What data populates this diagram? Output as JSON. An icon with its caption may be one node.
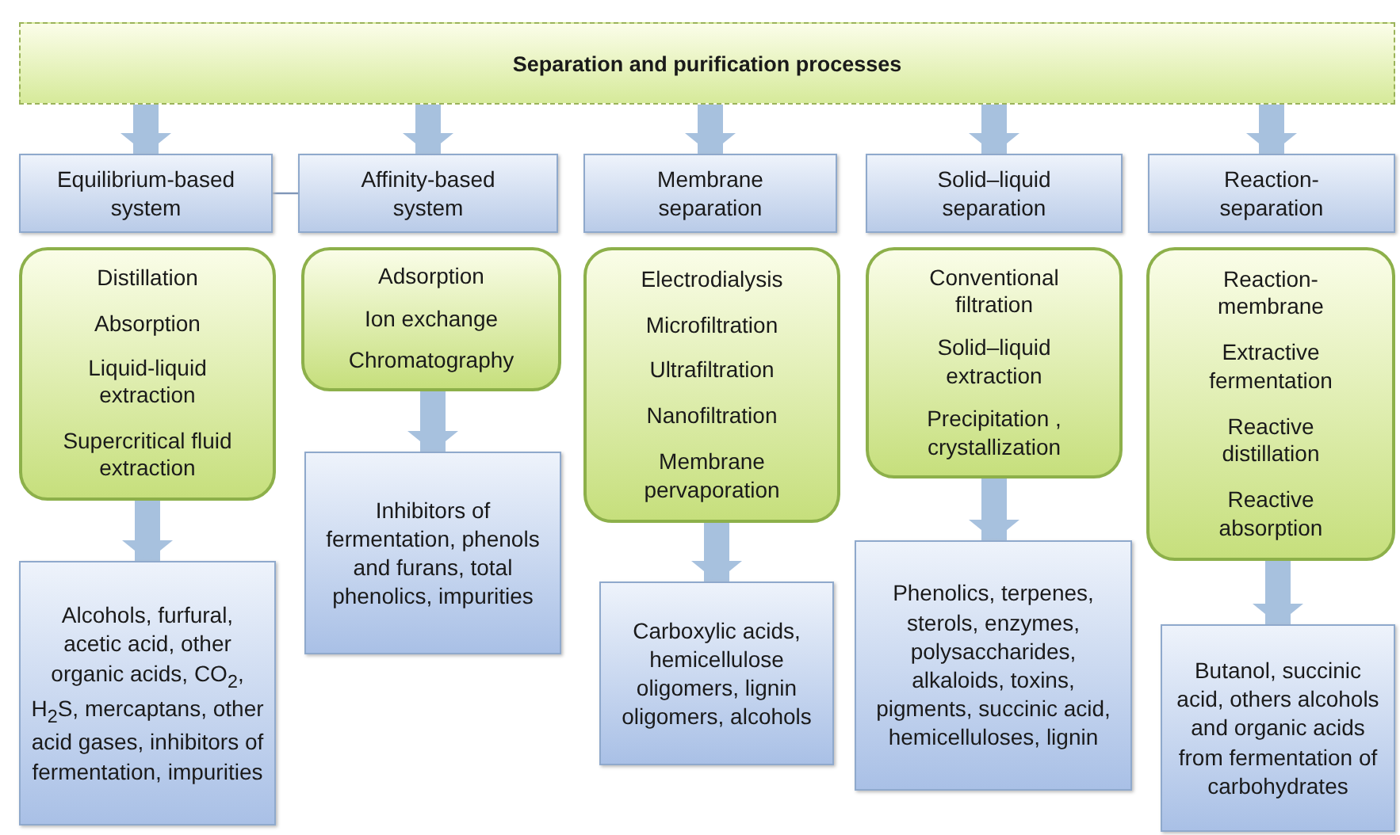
{
  "diagram": {
    "nodes": [
      {
        "text": [
          "Separation and purification processes"
        ]
      },
      {
        "text": [
          "Equilibrium-based system"
        ]
      },
      {
        "text": [
          "Affinity-based system"
        ]
      },
      {
        "text": [
          "Membrane separation"
        ]
      },
      {
        "text": [
          "Solid–liquid separation"
        ]
      },
      {
        "text": [
          "Reaction-separation"
        ]
      },
      {
        "text": [
          "Distillation",
          "Absorption",
          "Liquid-liquid extraction",
          "Supercritical fluid extraction"
        ]
      },
      {
        "text": [
          "Adsorption",
          "Ion exchange",
          "Chromatography"
        ]
      },
      {
        "text": [
          "Electrodialysis",
          "Microfiltration",
          "Ultrafiltration",
          "Nanofiltration",
          "Membrane pervaporation"
        ]
      },
      {
        "text": [
          "Conventional filtration",
          "Solid–liquid extraction",
          "Precipitation , crystallization"
        ]
      },
      {
        "text": [
          "Reaction-membrane",
          "Extractive fermentation",
          "Reactive distillation",
          "Reactive absorption"
        ]
      },
      {
        "text": [
          "Alcohols,  furfural, acetic acid, other organic acids, CO$_{2}$, H$_{2}$S, mercaptans, other acid gases, inhibitors of fermentation, impurities"
        ]
      },
      {
        "text": [
          "Inhibitors of fermentation, phenols and furans, total phenolics, impurities"
        ]
      },
      {
        "text": [
          "Carboxylic acids, hemicellulose oligomers, lignin oligomers, alcohols"
        ]
      },
      {
        "text": [
          "Phenolics, terpenes, sterols, enzymes, polysaccharides, alkaloids, toxins, pigments, succinic acid, hemicelluloses, lignin"
        ]
      },
      {
        "text": [
          "Butanol, succinic acid, others alcohols and organic acids from fermentation of carbohydrates"
        ]
      }
    ],
    "edges": [
      {
        "from": 0,
        "to": 1,
        "arrow": "to"
      },
      {
        "from": 0,
        "to": 2,
        "arrow": "to"
      },
      {
        "from": 0,
        "to": 3,
        "arrow": "to"
      },
      {
        "from": 0,
        "to": 4,
        "arrow": "to"
      },
      {
        "from": 0,
        "to": 5,
        "arrow": "to"
      },
      {
        "from": 1,
        "to": 2,
        "arrow": "none"
      },
      {
        "from": 6,
        "to": 11,
        "arrow": "to"
      },
      {
        "from": 7,
        "to": 12,
        "arrow": "to"
      },
      {
        "from": 8,
        "to": 13,
        "arrow": "to"
      },
      {
        "from": 9,
        "to": 14,
        "arrow": "to"
      },
      {
        "from": 10,
        "to": 15,
        "arrow": "to"
      }
    ]
  }
}
